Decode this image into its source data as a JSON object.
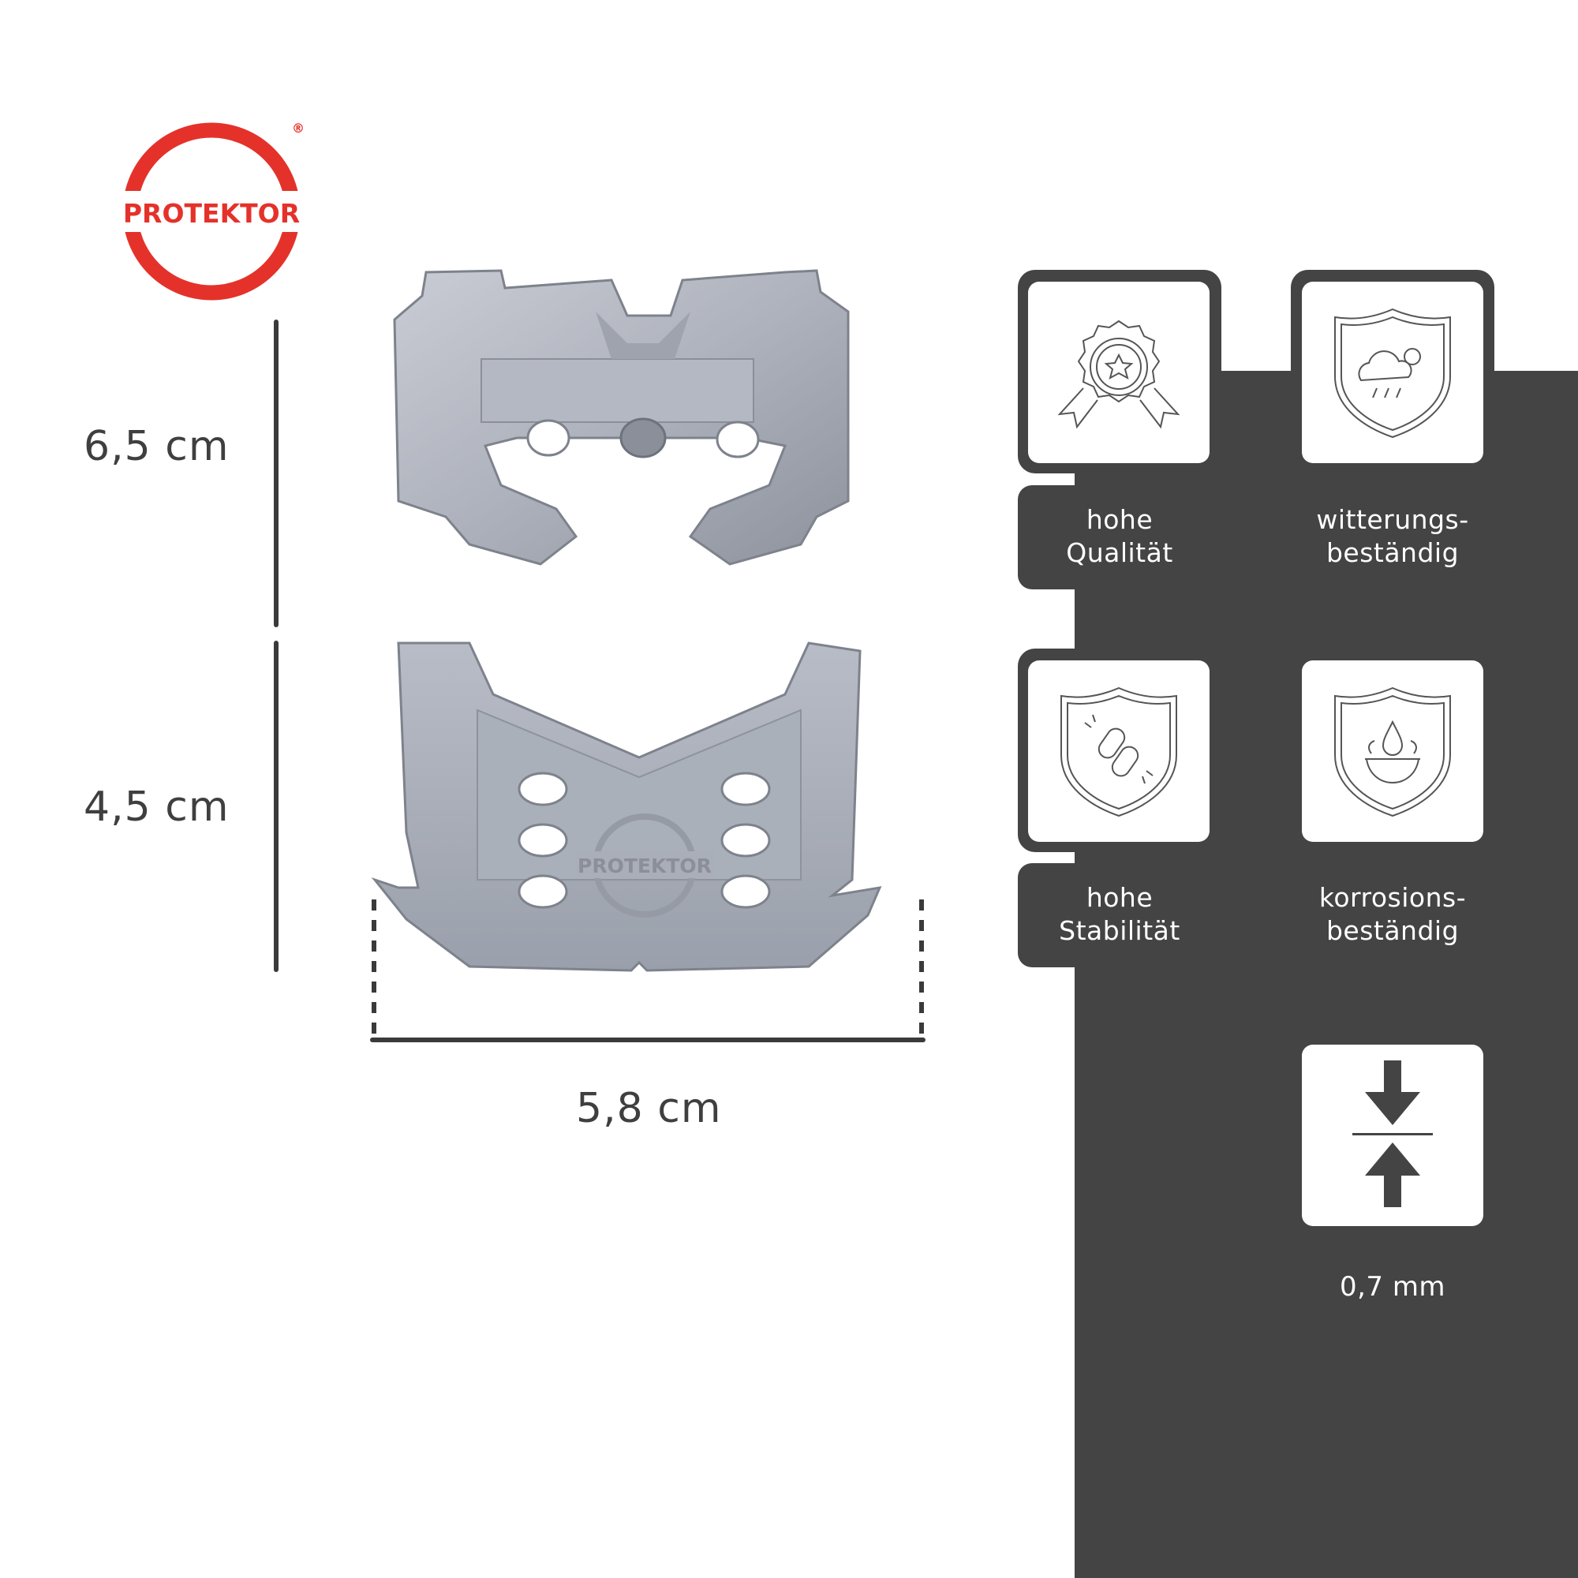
{
  "brand": {
    "name": "PROTEKTOR",
    "registered": "®",
    "color": "#e4322b"
  },
  "dimensions": {
    "height_upper": "6,5 cm",
    "height_lower": "4,5 cm",
    "width": "5,8 cm"
  },
  "product": {
    "stamp": "PROTEKTOR"
  },
  "features": [
    {
      "icon": "quality-badge-icon",
      "line1": "hohe",
      "line2": "Qualität"
    },
    {
      "icon": "weather-shield-icon",
      "line1": "witterungs-",
      "line2": "beständig"
    },
    {
      "icon": "stability-shield-icon",
      "line1": "hohe",
      "line2": "Stabilität"
    },
    {
      "icon": "corrosion-shield-icon",
      "line1": "korrosions-",
      "line2": "beständig"
    }
  ],
  "thickness": {
    "icon": "compression-arrows-icon",
    "label": "0,7 mm"
  },
  "colors": {
    "panel": "#444444",
    "text_dark": "#3f3f3f",
    "tile": "#ffffff"
  }
}
